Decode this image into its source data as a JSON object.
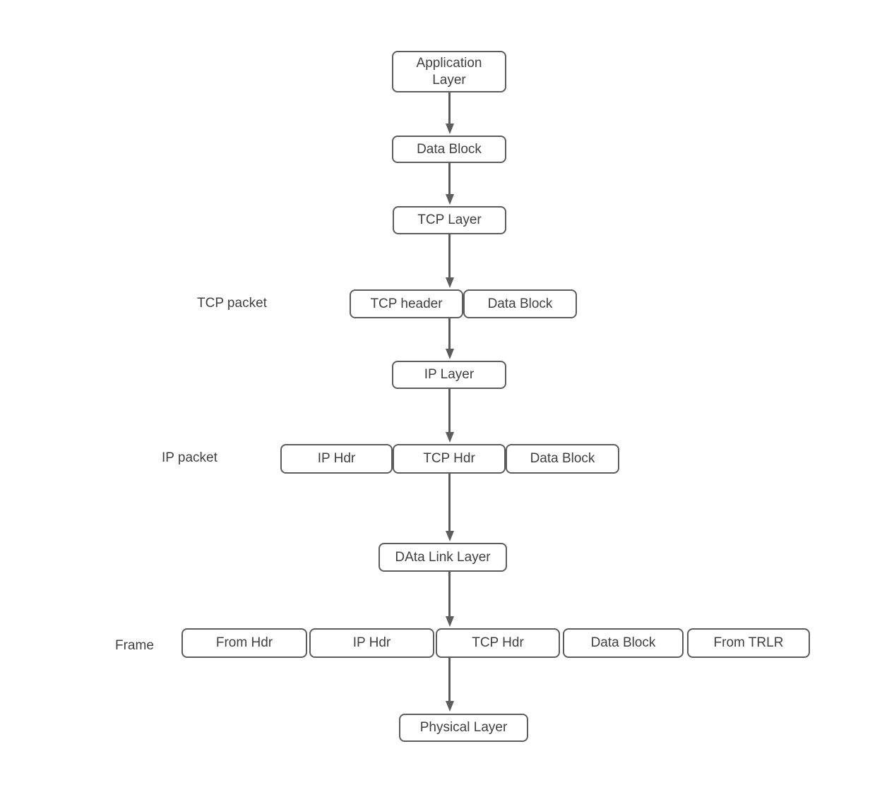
{
  "diagram": {
    "type": "flowchart",
    "nodes": {
      "application_layer": "Application Layer",
      "data_block_app": "Data Block",
      "tcp_layer": "TCP Layer",
      "tcp_header": "TCP header",
      "data_block_tcp": "Data Block",
      "ip_layer": "IP Layer",
      "ip_hdr": "IP Hdr",
      "tcp_hdr": "TCP Hdr",
      "data_block_ip": "Data Block",
      "data_link_layer": "DAta Link Layer",
      "from_hdr": "From Hdr",
      "ip_hdr_frame": "IP Hdr",
      "tcp_hdr_frame": "TCP Hdr",
      "data_block_frame": "Data Block",
      "from_trlr": "From TRLR",
      "physical_layer": "Physical Layer"
    },
    "row_labels": {
      "tcp_packet": "TCP packet",
      "ip_packet": "IP packet",
      "frame": "Frame"
    },
    "colors": {
      "box_border": "#5c5c5c",
      "box_fill": "#ffffff",
      "text": "#3f3f3f",
      "arrow": "#5c5c5c",
      "background": "#ffffff"
    }
  }
}
